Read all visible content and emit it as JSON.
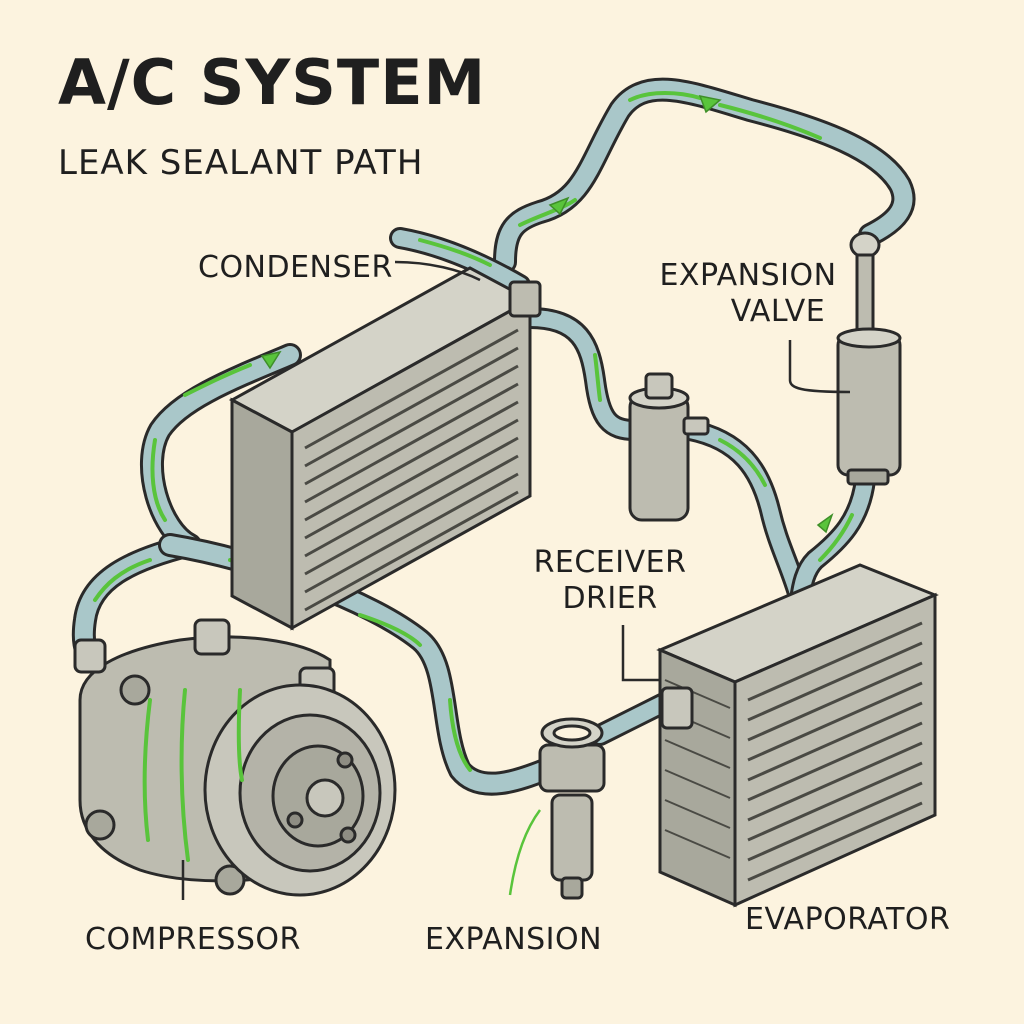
{
  "header": {
    "title": "A/C SYSTEM",
    "subtitle": "LEAK SEALANT PATH"
  },
  "labels": {
    "condenser": "CONDENSER",
    "expansion_valve_line1": "EXPANSION",
    "expansion_valve_line2": "VALVE",
    "receiver_drier_line1": "RECEIVER",
    "receiver_drier_line2": "DRIER",
    "compressor": "COMPRESSOR",
    "expansion": "EXPANSION",
    "evaporator": "EVAPORATOR"
  },
  "colors": {
    "background": "#fcf3df",
    "hose": "#a9c7c9",
    "sealant": "#59c43b",
    "metal": "#bdbcb0",
    "outline": "#2a2a2a"
  }
}
